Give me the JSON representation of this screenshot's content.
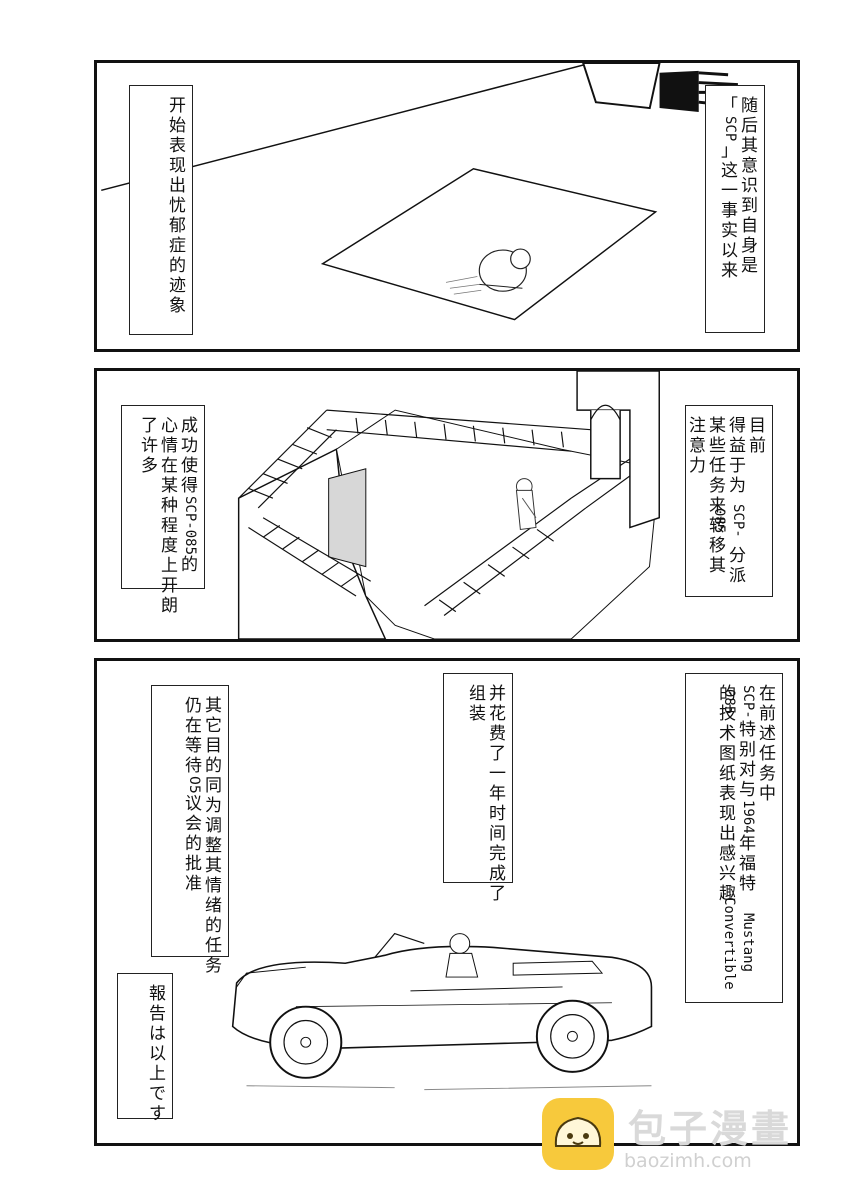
{
  "panel1": {
    "caption_right": [
      "随后其意识到自身是",
      "「SCP」这一事实以来"
    ],
    "caption_left": [
      "开始表现出忧郁症的迹象"
    ]
  },
  "panel2": {
    "caption_right": [
      "目前",
      "得益于为SCP-085分派",
      "某些任务来转移其",
      "注意力"
    ],
    "caption_left": [
      "成功使得SCP-085的",
      "心情在某种程度上开朗",
      "了许多"
    ]
  },
  "panel3": {
    "caption_right": [
      "在前述任务中",
      "SCP-085特别对与1964年福特Mustang Convertible",
      "的技术图纸表现出感兴趣"
    ],
    "caption_middle": [
      "并花费了一年时间完成了",
      "组装"
    ],
    "caption_left": [
      "其它目的同为调整其情绪的任务",
      "仍在等待05议会的批准"
    ],
    "caption_bottom": [
      "報告は以上です"
    ]
  },
  "watermark": {
    "name": "包子漫畫",
    "url": "baozimh.com"
  }
}
